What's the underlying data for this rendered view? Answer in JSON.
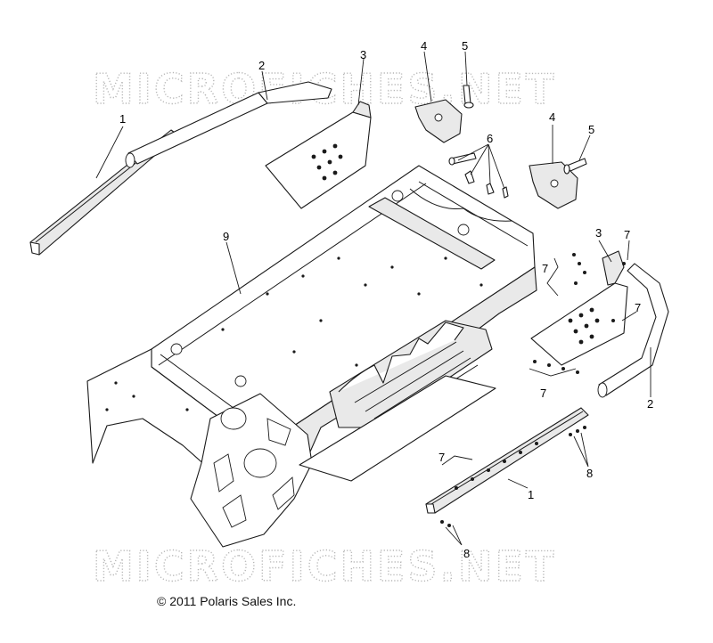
{
  "watermark": {
    "text": "MICROFICHES.NET",
    "color": "#b7b7b7"
  },
  "copyright": "© 2011 Polaris Sales Inc.",
  "callouts": {
    "rail_left_label": "1",
    "rail_right_label": "1",
    "bumper_left_label": "2",
    "bumper_right_label": "2",
    "footrest_left_label": "3",
    "footrest_right_label": "3",
    "bracket_left_label": "4",
    "bracket_right_label": "4",
    "bolt_left_label": "5",
    "bolt_right_label": "5",
    "screw_group_label": "6",
    "rivet_footrest_upper_label": "7",
    "rivet_footrest_side_label": "7",
    "rivet_footrest_lower_label": "7",
    "rivet_rail_label": "7",
    "rivet_right_side_label": "7",
    "fastener_right_label": "8",
    "fastener_lower_label": "8",
    "tunnel_label": "9"
  },
  "icons": {
    "tunnel": "tunnel-chassis-icon",
    "running_board_rail": "running-board-rail-icon",
    "bumper_tube": "bumper-tube-icon",
    "footrest": "footrest-plate-icon",
    "bracket": "mounting-bracket-icon",
    "bolt": "bolt-icon",
    "rivet": "rivet-icon"
  }
}
